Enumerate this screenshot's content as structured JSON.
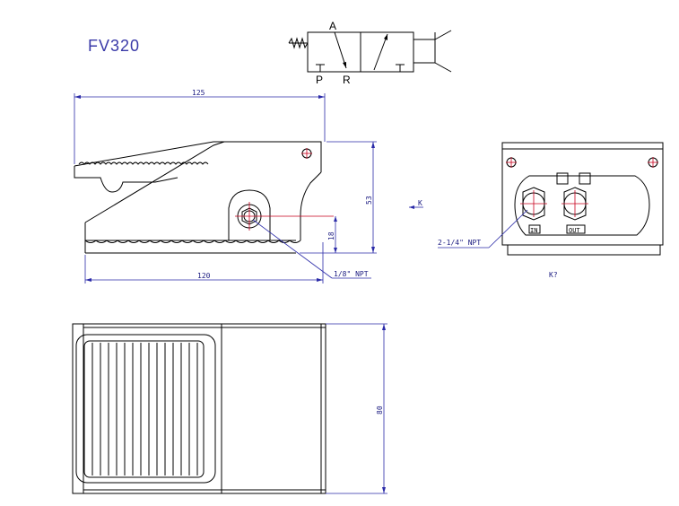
{
  "title": "FV320",
  "symbol": {
    "port_a": "A",
    "port_p": "P",
    "port_r": "R"
  },
  "dimensions": {
    "overall_length": "125",
    "base_length": "120",
    "overall_height": "53",
    "port_height": "18",
    "width": "80"
  },
  "notes": {
    "side_port": "1/8\" NPT",
    "end_ports": "2-1/4\" NPT",
    "view_marker": "K",
    "view_label": "K?",
    "label_in": "IN",
    "label_out": "OUT"
  },
  "colors": {
    "line": "#000000",
    "dimension": "#2a2aa8",
    "centerline": "#c8001e",
    "title": "#3a3aa8"
  }
}
